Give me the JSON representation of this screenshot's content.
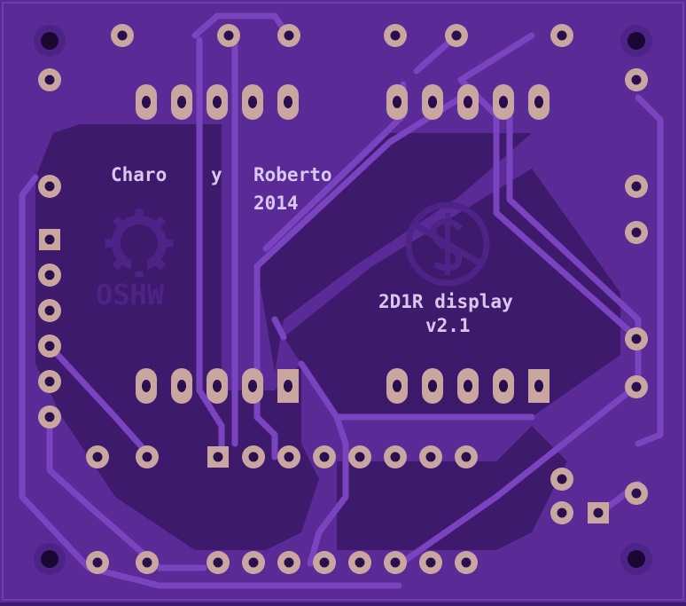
{
  "silkscreen": {
    "author1": "Charo",
    "conjunction": "y",
    "author2": "Roberto",
    "year": "2014",
    "title": "2D1R display",
    "version": "v2.1"
  },
  "logos": {
    "oshw": {
      "icon": "oshw-gear-icon",
      "label": "OSHW"
    },
    "no_money": {
      "icon": "no-dollar-icon"
    }
  },
  "colors": {
    "board_edge": "#4a1f83",
    "copper_pour": "#5a2a96",
    "ground_area": "#3d1a6b",
    "trace": "#6b37ad",
    "pad": "#c9a6a0",
    "hole": "#2a0f4f",
    "silk": "#d9c8ee",
    "logo": "#4d2388"
  }
}
